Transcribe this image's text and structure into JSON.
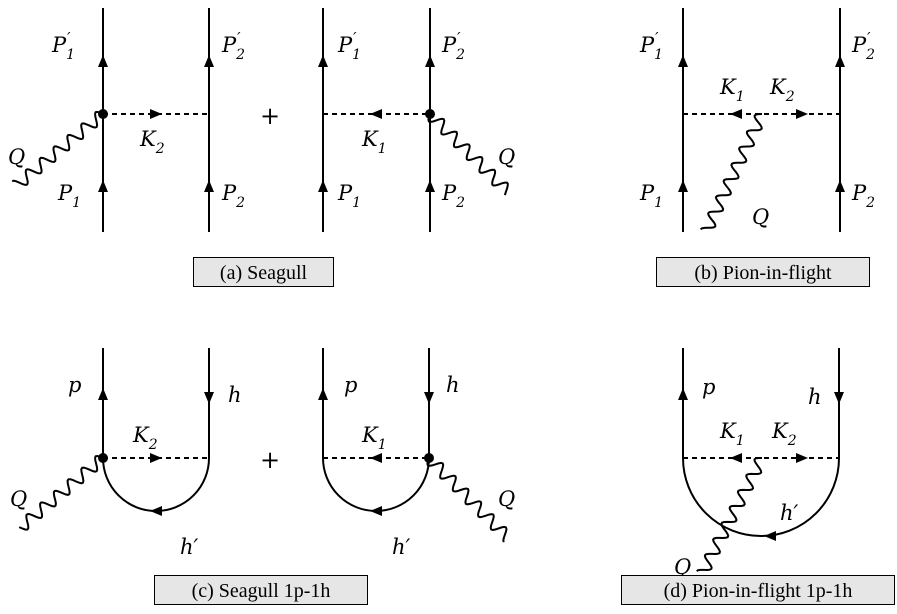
{
  "captions": {
    "a": "(a) Seagull",
    "b": "(b) Pion-in-flight",
    "c": "(c) Seagull 1p-1h",
    "d": "(d) Pion-in-flight 1p-1h"
  },
  "operators": {
    "plus": "+"
  },
  "labels": {
    "P1": "P",
    "P2": "P",
    "sub1": "1",
    "sub2": "2",
    "prime": "′",
    "K": "K",
    "Q": "Q",
    "p": "p",
    "h": "h",
    "hprime": "h′"
  }
}
